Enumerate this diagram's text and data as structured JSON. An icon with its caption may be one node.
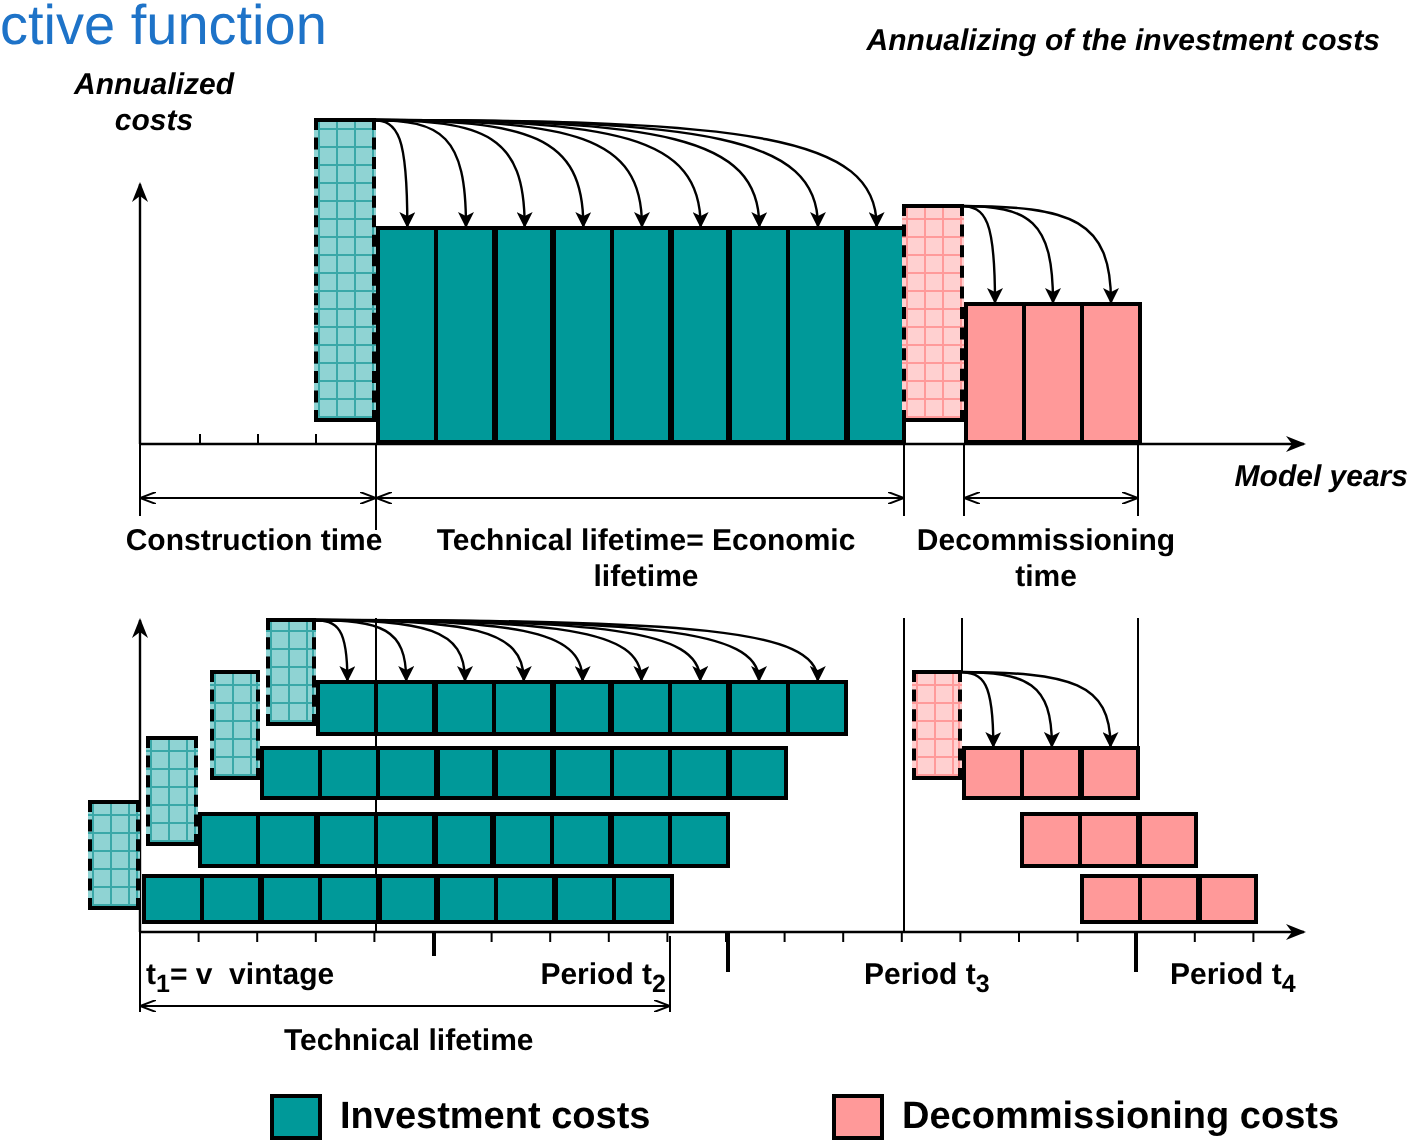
{
  "diagram": {
    "title": "Annualizing of the investment costs",
    "nodes": [
      {
        "text": [],
        "shape": "box"
      },
      {
        "text": [],
        "shape": "box"
      },
      {
        "text": [],
        "shape": "box"
      },
      {
        "text": [],
        "shape": "box"
      },
      {
        "text": [],
        "shape": "box"
      },
      {
        "text": [],
        "shape": "box"
      },
      {
        "text": [],
        "shape": "box"
      },
      {
        "text": [],
        "shape": "box"
      },
      {
        "text": [],
        "shape": "box"
      },
      {
        "text": [],
        "shape": "box"
      },
      {
        "text": [],
        "shape": "box"
      },
      {
        "text": [],
        "shape": "box"
      },
      {
        "text": [],
        "shape": "box"
      },
      {
        "text": [],
        "shape": "box"
      },
      {
        "text": [],
        "shape": "box"
      },
      {
        "text": [],
        "shape": "box"
      },
      {
        "text": [],
        "shape": "box"
      },
      {
        "text": [],
        "shape": "box"
      },
      {
        "text": [],
        "shape": "box"
      },
      {
        "text": [],
        "shape": "box"
      },
      {
        "text": [],
        "shape": "box"
      },
      {
        "text": [],
        "shape": "box"
      },
      {
        "text": [],
        "shape": "box"
      },
      {
        "text": [],
        "shape": "box"
      },
      {
        "text": [],
        "shape": "box"
      },
      {
        "text": [],
        "shape": "box"
      },
      {
        "text": [],
        "shape": "box"
      },
      {
        "text": [],
        "shape": "box"
      },
      {
        "text": [],
        "shape": "box"
      },
      {
        "text": [],
        "shape": "box"
      },
      {
        "text": [],
        "shape": "box"
      },
      {
        "text": [],
        "shape": "box"
      },
      {
        "text": [],
        "shape": "box"
      },
      {
        "text": [],
        "shape": "box"
      },
      {
        "text": [],
        "shape": "box"
      },
      {
        "text": [],
        "shape": "box"
      },
      {
        "text": [],
        "shape": "box"
      },
      {
        "text": [],
        "shape": "box"
      },
      {
        "text": [],
        "shape": "box"
      },
      {
        "text": [],
        "shape": "box"
      },
      {
        "text": [],
        "shape": "box"
      },
      {
        "text": [],
        "shape": "box"
      },
      {
        "text": [],
        "shape": "box"
      },
      {
        "text": [],
        "shape": "box"
      },
      {
        "text": [],
        "shape": "box"
      },
      {
        "text": [],
        "shape": "box"
      },
      {
        "text": [],
        "shape": "box"
      },
      {
        "text": [],
        "shape": "box"
      },
      {
        "text": [],
        "shape": "box"
      },
      {
        "text": [],
        "shape": "box"
      },
      {
        "text": [],
        "shape": "box"
      },
      {
        "text": [],
        "shape": "box"
      },
      {
        "text": [],
        "shape": "box"
      },
      {
        "text": [],
        "shape": "box"
      },
      {
        "text": [],
        "shape": "box"
      },
      {
        "text": [],
        "shape": "box"
      },
      {
        "text": [],
        "shape": "box"
      },
      {
        "text": [],
        "shape": "box"
      },
      {
        "text": [],
        "shape": "box"
      },
      {
        "text": [],
        "shape": "box"
      },
      {
        "text": [],
        "shape": "box"
      },
      {
        "text": [],
        "shape": "box"
      },
      {
        "text": [],
        "shape": "box"
      },
      {
        "text": [],
        "shape": "box"
      }
    ],
    "edges": [
      {
        "from": 0,
        "to": 1,
        "arrow": "to"
      },
      {
        "from": 0,
        "to": 2,
        "arrow": "to"
      },
      {
        "from": 0,
        "to": 3,
        "arrow": "to"
      },
      {
        "from": 0,
        "to": 4,
        "arrow": "to"
      },
      {
        "from": 0,
        "to": 5,
        "arrow": "to"
      },
      {
        "from": 0,
        "to": 6,
        "arrow": "to"
      },
      {
        "from": 0,
        "to": 7,
        "arrow": "to"
      },
      {
        "from": 0,
        "to": 8,
        "arrow": "to"
      },
      {
        "from": 0,
        "to": 9,
        "arrow": "to"
      },
      {
        "from": 10,
        "to": 11,
        "arrow": "to"
      },
      {
        "from": 10,
        "to": 12,
        "arrow": "to"
      },
      {
        "from": 10,
        "to": 13,
        "arrow": "to"
      },
      {
        "from": 14,
        "to": 15,
        "arrow": "to"
      },
      {
        "from": 14,
        "to": 16,
        "arrow": "to"
      },
      {
        "from": 14,
        "to": 17,
        "arrow": "to"
      },
      {
        "from": 14,
        "to": 18,
        "arrow": "to"
      },
      {
        "from": 14,
        "to": 19,
        "arrow": "to"
      },
      {
        "from": 14,
        "to": 20,
        "arrow": "to"
      },
      {
        "from": 14,
        "to": 21,
        "arrow": "to"
      },
      {
        "from": 14,
        "to": 22,
        "arrow": "to"
      },
      {
        "from": 14,
        "to": 23,
        "arrow": "to"
      },
      {
        "from": 24,
        "to": 25,
        "arrow": "to"
      },
      {
        "from": 24,
        "to": 26,
        "arrow": "to"
      },
      {
        "from": 24,
        "to": 27,
        "arrow": "to"
      }
    ],
    "labels": [
      "ctive function",
      "Annualized costs",
      "Model years",
      "Construction time",
      "Technical lifetime= Economic lifetime",
      "Decommissioning time",
      "t$_{1}$= v  vintage",
      "Period t$_{2}$",
      "Period t$_{3}$",
      "Period t$_{4}$",
      "Technical lifetime"
    ],
    "legend": [
      {
        "text": "Investment costs",
        "color": "#009999"
      },
      {
        "text": "Decommissioning costs",
        "color": "#ff9999"
      }
    ]
  }
}
